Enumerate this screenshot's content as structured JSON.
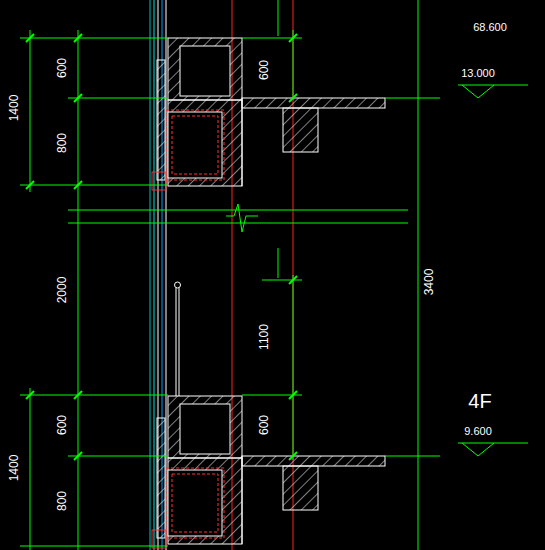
{
  "diagram": {
    "labels": [
      "68.600",
      "13.000",
      "1400",
      "600",
      "800",
      "600",
      "2000",
      "1100",
      "3400",
      "4F",
      "9.600",
      "600",
      "1400",
      "600",
      "800"
    ]
  }
}
